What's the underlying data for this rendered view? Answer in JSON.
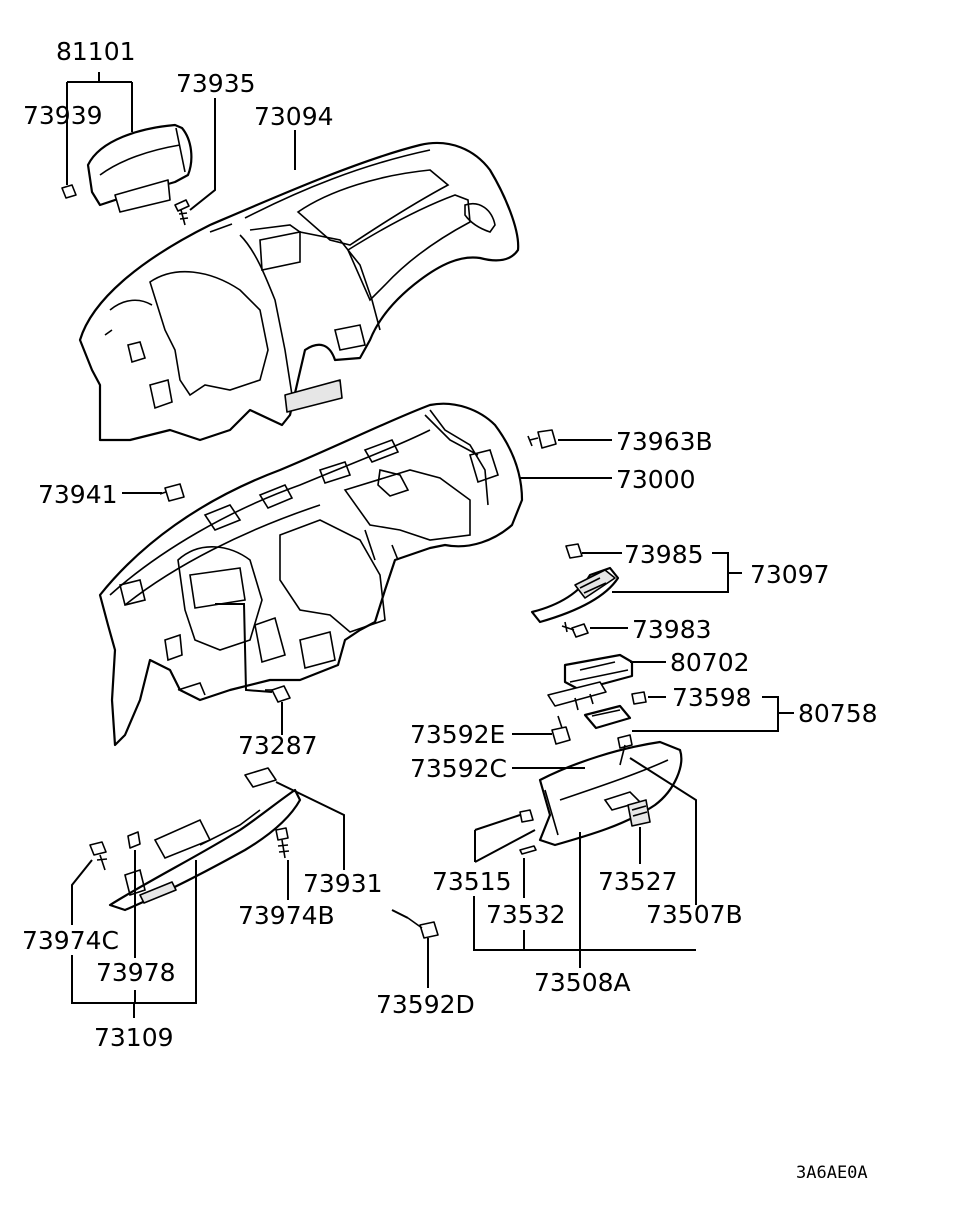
{
  "diagram": {
    "labels": {
      "p81101": "81101",
      "p73939": "73939",
      "p73935": "73935",
      "p73094": "73094",
      "p73963B": "73963B",
      "p73000": "73000",
      "p73941": "73941",
      "p73985": "73985",
      "p73097": "73097",
      "p73983": "73983",
      "p80702": "80702",
      "p73598": "73598",
      "p80758": "80758",
      "p73592E": "73592E",
      "p73592C": "73592C",
      "p73287": "73287",
      "p73931": "73931",
      "p73974B": "73974B",
      "p73515": "73515",
      "p73527": "73527",
      "p73532": "73532",
      "p73507B": "73507B",
      "p73974C": "73974C",
      "p73978": "73978",
      "p73508A": "73508A",
      "p73592D": "73592D",
      "p73109": "73109"
    },
    "figure_code": "3A6AE0A"
  }
}
